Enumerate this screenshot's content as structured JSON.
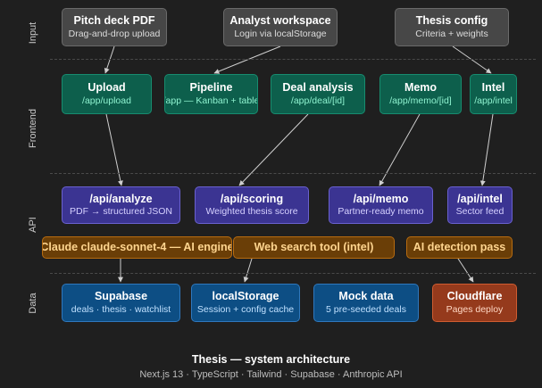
{
  "lanes": {
    "input": "Input",
    "frontend": "Frontend",
    "api": "API",
    "data": "Data"
  },
  "nodes": {
    "pitch_deck": {
      "title": "Pitch deck PDF",
      "sub": "Drag-and-drop upload"
    },
    "analyst_workspace": {
      "title": "Analyst workspace",
      "sub": "Login via localStorage"
    },
    "thesis_config": {
      "title": "Thesis config",
      "sub": "Criteria + weights"
    },
    "upload": {
      "title": "Upload",
      "sub": "/app/upload"
    },
    "pipeline": {
      "title": "Pipeline",
      "sub": "/app — Kanban + table"
    },
    "deal_analysis": {
      "title": "Deal analysis",
      "sub": "/app/deal/[id]"
    },
    "memo": {
      "title": "Memo",
      "sub": "/app/memo/[id]"
    },
    "intel": {
      "title": "Intel",
      "sub": "/app/intel"
    },
    "api_analyze": {
      "title": "/api/analyze",
      "sub": "PDF → structured JSON"
    },
    "api_scoring": {
      "title": "/api/scoring",
      "sub": "Weighted thesis score"
    },
    "api_memo": {
      "title": "/api/memo",
      "sub": "Partner-ready memo"
    },
    "api_intel": {
      "title": "/api/intel",
      "sub": "Sector feed"
    },
    "claude": {
      "title": "Claude claude-sonnet-4 — AI engine"
    },
    "web_search": {
      "title": "Web search tool (intel)"
    },
    "ai_detection": {
      "title": "AI detection pass"
    },
    "supabase": {
      "title": "Supabase",
      "sub": "deals · thesis · watchlist"
    },
    "local_storage": {
      "title": "localStorage",
      "sub": "Session + config cache"
    },
    "mock_data": {
      "title": "Mock data",
      "sub": "5 pre-seeded deals"
    },
    "cloudflare": {
      "title": "Cloudflare",
      "sub": "Pages deploy"
    }
  },
  "footer": {
    "title": "Thesis — system architecture",
    "subtitle": "Next.js 13 · TypeScript · Tailwind · Supabase · Anthropic API"
  },
  "colors": {
    "background": "#1f1f1f",
    "input": "#474747",
    "frontend": "#0d5f4c",
    "api": "#3b3492",
    "ai": "#6a3e07",
    "data": "#0d4e84",
    "deploy": "#953a1c",
    "arrow": "#cfcfcf"
  }
}
